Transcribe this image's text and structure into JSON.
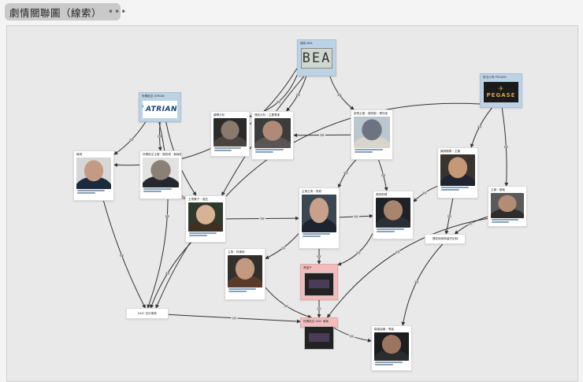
{
  "header": {
    "title": "劇情關聯圖（線索）",
    "more_icon": "more-icon"
  },
  "colors": {
    "org_node": "#bcd3e6",
    "highlight_node": "#f3bcbc",
    "edge": "#333333",
    "canvas": "#e9e9e9"
  },
  "nodes": [
    {
      "id": "bea",
      "kind": "org",
      "title": "調查 BEA",
      "logo": "BEA"
    },
    {
      "id": "atrian",
      "kind": "org",
      "title": "所屬航空 ATRIAN",
      "logo": "ATRIAN"
    },
    {
      "id": "pegase",
      "kind": "org",
      "title": "航空公司 PEGASE",
      "logo": "PEGASE"
    },
    {
      "id": "chief",
      "kind": "person",
      "title": "部長主管・調查副・責任者"
    },
    {
      "id": "tech",
      "kind": "person",
      "title": "顧問分析"
    },
    {
      "id": "analyst",
      "kind": "person",
      "title": "聲紋分析・主要專家"
    },
    {
      "id": "pilot",
      "kind": "person",
      "title": "機長"
    },
    {
      "id": "atrian_head",
      "kind": "person",
      "title": "所屬航空主管・調查員・副總裁"
    },
    {
      "id": "wife",
      "kind": "person",
      "title": "主角妻子・諾拉"
    },
    {
      "id": "hero",
      "kind": "person",
      "title": "主角主角・馬修"
    },
    {
      "id": "colleague",
      "kind": "person",
      "title": "調查助理"
    },
    {
      "id": "pegase_man",
      "kind": "person",
      "title": "機師團隊・主管"
    },
    {
      "id": "bald",
      "kind": "person",
      "title": "主管・總裁"
    },
    {
      "id": "woman",
      "kind": "person",
      "title": "主角・同事助"
    },
    {
      "id": "sticky",
      "kind": "text",
      "title": "聲紋錄音與遺失紀錄"
    },
    {
      "id": "clue",
      "kind": "highlight",
      "title": "黑盒子"
    },
    {
      "id": "crash",
      "kind": "text",
      "title": "SAIC 空中事故"
    },
    {
      "id": "bigbox",
      "kind": "highlight",
      "title": "所屬航空 SAIC 事故"
    },
    {
      "id": "hacker",
      "kind": "person",
      "title": "駭客組織・黑客"
    }
  ],
  "edge_labels": {
    "generic": "關聯"
  }
}
